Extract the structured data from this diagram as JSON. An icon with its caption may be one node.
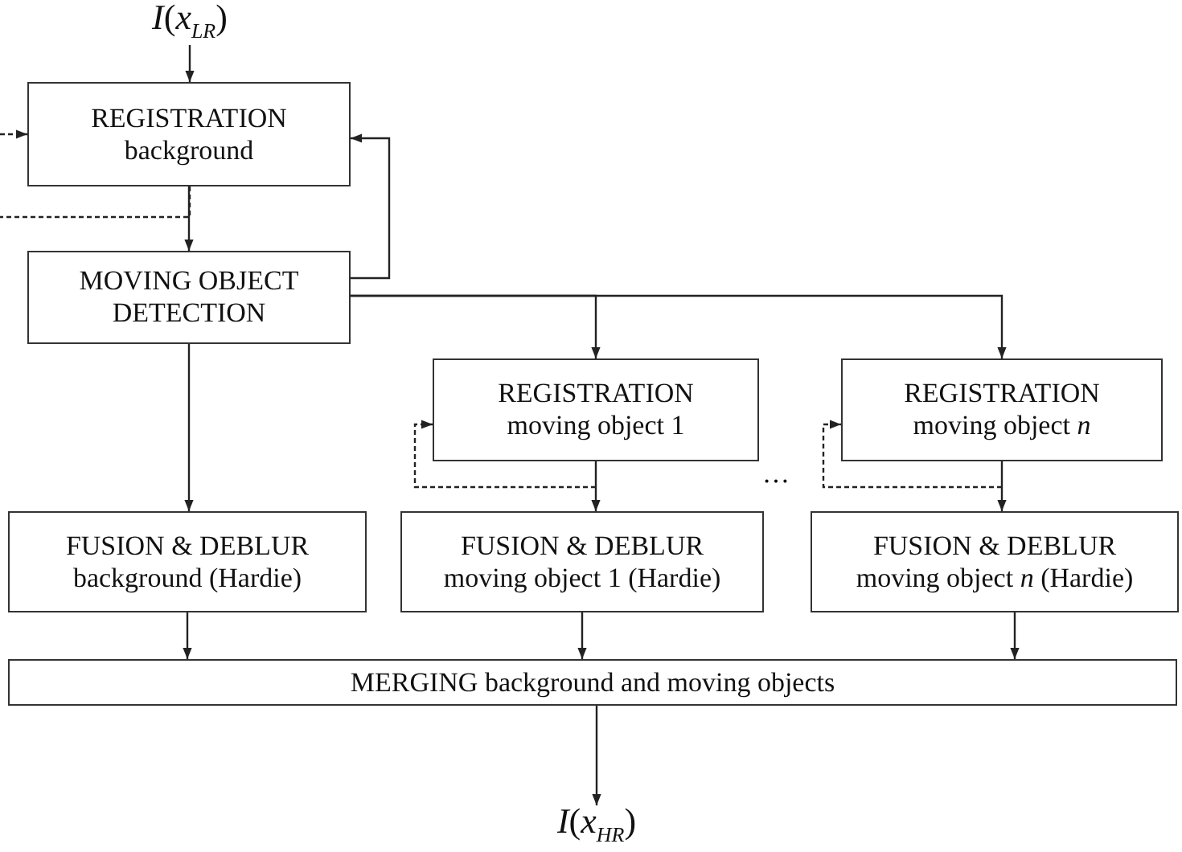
{
  "diagram": {
    "nodes": [
      {
        "text": [
          "*I*(*x*$_{LR}$)"
        ]
      },
      {
        "text": [
          "REGISTRATION",
          "background"
        ]
      },
      {
        "text": [
          "MOVING OBJECT DETECTION"
        ]
      },
      {
        "text": [
          "REGISTRATION",
          "moving object 1"
        ]
      },
      {
        "text": [
          "REGISTRATION",
          "moving object *n*"
        ]
      },
      {
        "text": [
          "FUSION & DEBLUR",
          "background (Hardie)"
        ]
      },
      {
        "text": [
          "FUSION & DEBLUR",
          "moving object 1 (Hardie)"
        ]
      },
      {
        "text": [
          "FUSION & DEBLUR",
          "moving object *n* (Hardie)"
        ]
      },
      {
        "text": [
          "MERGING background and moving objects"
        ]
      },
      {
        "text": [
          "*I*(*x*$_{HR}$)"
        ]
      }
    ],
    "edges": [
      {
        "from": 0,
        "to": 1,
        "arrow": "to"
      },
      {
        "from": 1,
        "to": 2,
        "arrow": "to"
      },
      {
        "from": 2,
        "to": 1,
        "arrow": "to"
      },
      {
        "from": 1,
        "to": null,
        "arrow": "none",
        "style": "dashed"
      },
      {
        "from": null,
        "to": 1,
        "arrow": "to",
        "style": "dashed"
      },
      {
        "from": 2,
        "to": 3,
        "arrow": "to"
      },
      {
        "from": 2,
        "to": 4,
        "arrow": "to"
      },
      {
        "from": 2,
        "to": 5,
        "arrow": "to"
      },
      {
        "from": 3,
        "to": 6,
        "arrow": "to"
      },
      {
        "from": 3,
        "to": 3,
        "arrow": "to",
        "style": "dashed"
      },
      {
        "from": 4,
        "to": 7,
        "arrow": "to"
      },
      {
        "from": 4,
        "to": 4,
        "arrow": "to",
        "style": "dashed"
      },
      {
        "from": 5,
        "to": 8,
        "arrow": "to"
      },
      {
        "from": 6,
        "to": 8,
        "arrow": "to"
      },
      {
        "from": 7,
        "to": 8,
        "arrow": "to"
      },
      {
        "from": 8,
        "to": 9,
        "arrow": "to"
      }
    ],
    "labels": [
      "…"
    ]
  }
}
